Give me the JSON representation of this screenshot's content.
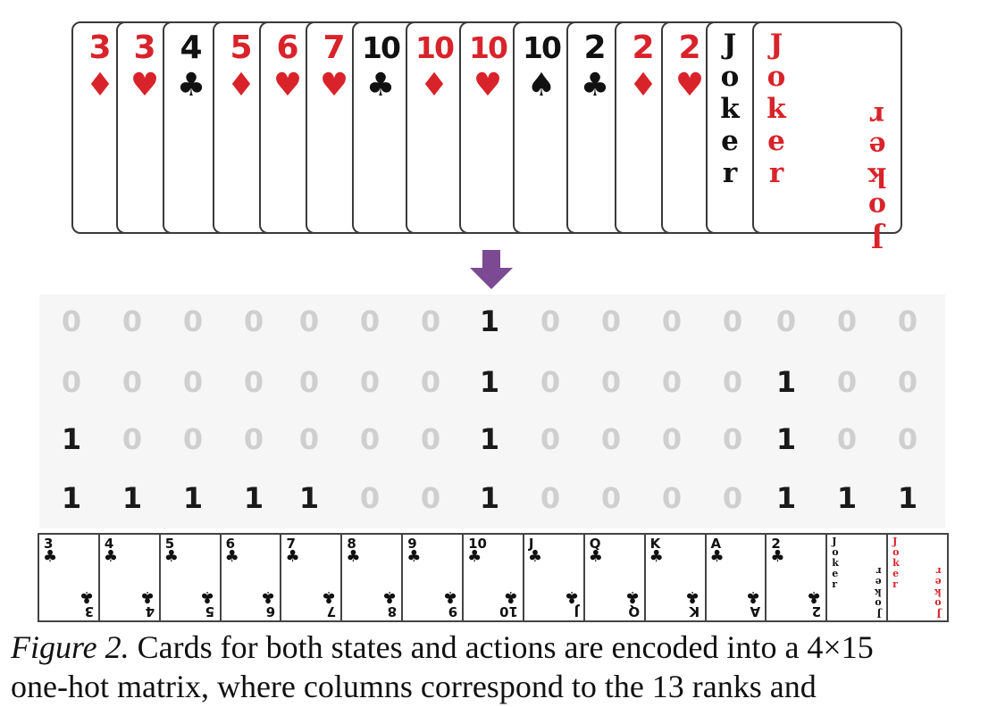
{
  "hand": [
    {
      "rank": "3",
      "suit": "♦",
      "color": "#d9232a"
    },
    {
      "rank": "3",
      "suit": "♥",
      "color": "#d9232a"
    },
    {
      "rank": "4",
      "suit": "♣",
      "color": "#111111"
    },
    {
      "rank": "5",
      "suit": "♦",
      "color": "#d9232a"
    },
    {
      "rank": "6",
      "suit": "♥",
      "color": "#d9232a"
    },
    {
      "rank": "7",
      "suit": "♥",
      "color": "#d9232a"
    },
    {
      "rank": "10",
      "suit": "♣",
      "color": "#111111"
    },
    {
      "rank": "10",
      "suit": "♦",
      "color": "#d9232a"
    },
    {
      "rank": "10",
      "suit": "♥",
      "color": "#d9232a"
    },
    {
      "rank": "10",
      "suit": "♠",
      "color": "#111111"
    },
    {
      "rank": "2",
      "suit": "♣",
      "color": "#111111"
    },
    {
      "rank": "2",
      "suit": "♦",
      "color": "#d9232a"
    },
    {
      "rank": "2",
      "suit": "♥",
      "color": "#d9232a"
    },
    {
      "rank": "Joker",
      "suit": "",
      "color": "#111111"
    },
    {
      "rank": "Joker",
      "suit": "",
      "color": "#d9232a"
    }
  ],
  "arrow_color": "#7b4a92",
  "matrix": [
    [
      0,
      0,
      0,
      0,
      0,
      0,
      0,
      1,
      0,
      0,
      0,
      0,
      0,
      0,
      0
    ],
    [
      0,
      0,
      0,
      0,
      0,
      0,
      0,
      1,
      0,
      0,
      0,
      0,
      1,
      0,
      0
    ],
    [
      1,
      0,
      0,
      0,
      0,
      0,
      0,
      1,
      0,
      0,
      0,
      0,
      1,
      0,
      0
    ],
    [
      1,
      1,
      1,
      1,
      1,
      0,
      0,
      1,
      0,
      0,
      0,
      0,
      1,
      1,
      1
    ]
  ],
  "columns": [
    {
      "rank": "3",
      "suit": "♣"
    },
    {
      "rank": "4",
      "suit": "♣"
    },
    {
      "rank": "5",
      "suit": "♣"
    },
    {
      "rank": "6",
      "suit": "♣"
    },
    {
      "rank": "7",
      "suit": "♣"
    },
    {
      "rank": "8",
      "suit": "♣"
    },
    {
      "rank": "9",
      "suit": "♣"
    },
    {
      "rank": "10",
      "suit": "♣"
    },
    {
      "rank": "J",
      "suit": "♣"
    },
    {
      "rank": "Q",
      "suit": "♣"
    },
    {
      "rank": "K",
      "suit": "♣"
    },
    {
      "rank": "A",
      "suit": "♣"
    },
    {
      "rank": "2",
      "suit": "♣"
    },
    {
      "rank": "Joker",
      "suit": "",
      "color": "#111111"
    },
    {
      "rank": "Joker",
      "suit": "",
      "color": "#d9232a"
    }
  ],
  "caption": {
    "label": "Figure 2.",
    "line1": " Cards for both states and actions are encoded into a 4×15",
    "line2": "one-hot matrix, where columns correspond to the 13 ranks and"
  }
}
